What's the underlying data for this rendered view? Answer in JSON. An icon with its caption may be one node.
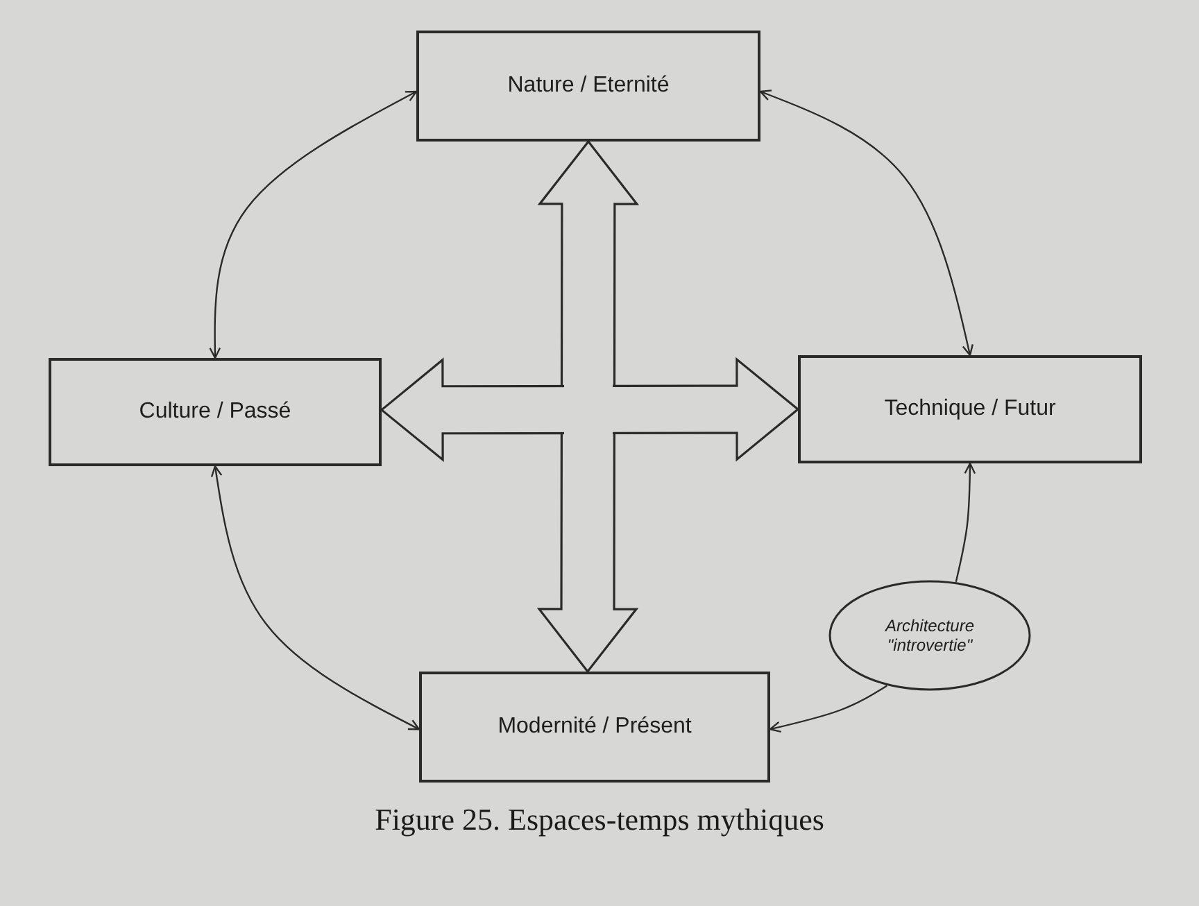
{
  "diagram": {
    "caption": "Figure 25. Espaces-temps mythiques",
    "nodes": [
      {
        "text": [
          "Nature / Eternité"
        ]
      },
      {
        "text": [
          "Culture / Passé"
        ]
      },
      {
        "text": [
          "Technique / Futur"
        ]
      },
      {
        "text": [
          "Modernité / Présent"
        ]
      },
      {
        "text": [
          "Architecture \"introvertie\""
        ]
      }
    ],
    "edges": [
      {
        "from": 0,
        "to": 1,
        "arrow": "both"
      },
      {
        "from": 0,
        "to": 2,
        "arrow": "both"
      },
      {
        "from": 1,
        "to": 3,
        "arrow": "both"
      },
      {
        "from": 4,
        "to": 2,
        "arrow": "to"
      },
      {
        "from": 4,
        "to": 3,
        "arrow": "to"
      },
      {
        "from": 0,
        "to": 3,
        "arrow": "both",
        "style": "thick"
      },
      {
        "from": 1,
        "to": 2,
        "arrow": "both",
        "style": "thick"
      }
    ]
  }
}
